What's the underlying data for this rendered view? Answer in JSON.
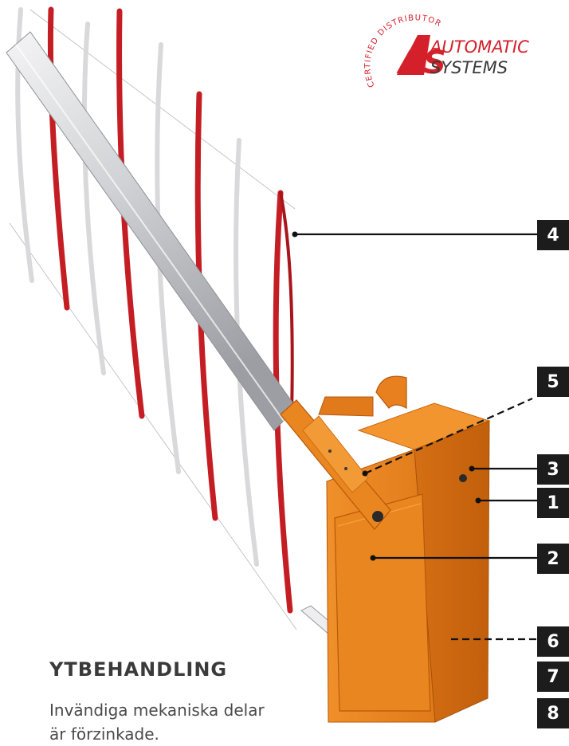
{
  "logo": {
    "ring_text": "CERTIFIED DISTRIBUTOR",
    "monogram": "AS",
    "word1": "AUTOMATIC",
    "word2": "SYSTEMS"
  },
  "callouts": [
    {
      "id": "4",
      "label": "4"
    },
    {
      "id": "5",
      "label": "5"
    },
    {
      "id": "3",
      "label": "3"
    },
    {
      "id": "1",
      "label": "1"
    },
    {
      "id": "2",
      "label": "2"
    },
    {
      "id": "6",
      "label": "6"
    },
    {
      "id": "7",
      "label": "7"
    },
    {
      "id": "8",
      "label": "8"
    }
  ],
  "section": {
    "heading": "YTBEHANDLING",
    "body": "Invändiga mekaniska delar är förzinkade."
  },
  "colors": {
    "cabinet": "#e8801f",
    "skirt_red": "#c41e24",
    "skirt_white": "#d9d9dc",
    "badge": "#1c1c1c",
    "logo_red": "#d4202a"
  }
}
